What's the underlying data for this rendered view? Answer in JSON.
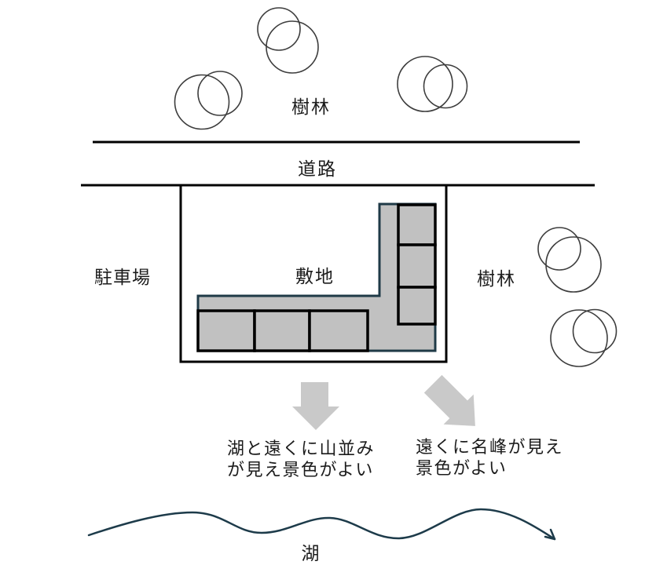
{
  "colors": {
    "black": "#000000",
    "deck_teal": "#1f3a47",
    "fill_gray": "#c1c1c1",
    "arrow_gray": "#c9c9c9",
    "tree_stroke": "#3d3d3d",
    "wave_teal": "#1d3b4a",
    "text": "#1c1c1c"
  },
  "labels": {
    "forest_top": "樹林",
    "road": "道路",
    "parking": "駐車場",
    "site": "敷地",
    "forest_right": "樹林",
    "lake": "湖"
  },
  "annotations": {
    "left_view": {
      "line1": "湖と遠くに山並み",
      "line2": "が見え景色がよい"
    },
    "right_view": {
      "line1": "遠くに名峰が見え",
      "line2": "景色がよい"
    }
  }
}
